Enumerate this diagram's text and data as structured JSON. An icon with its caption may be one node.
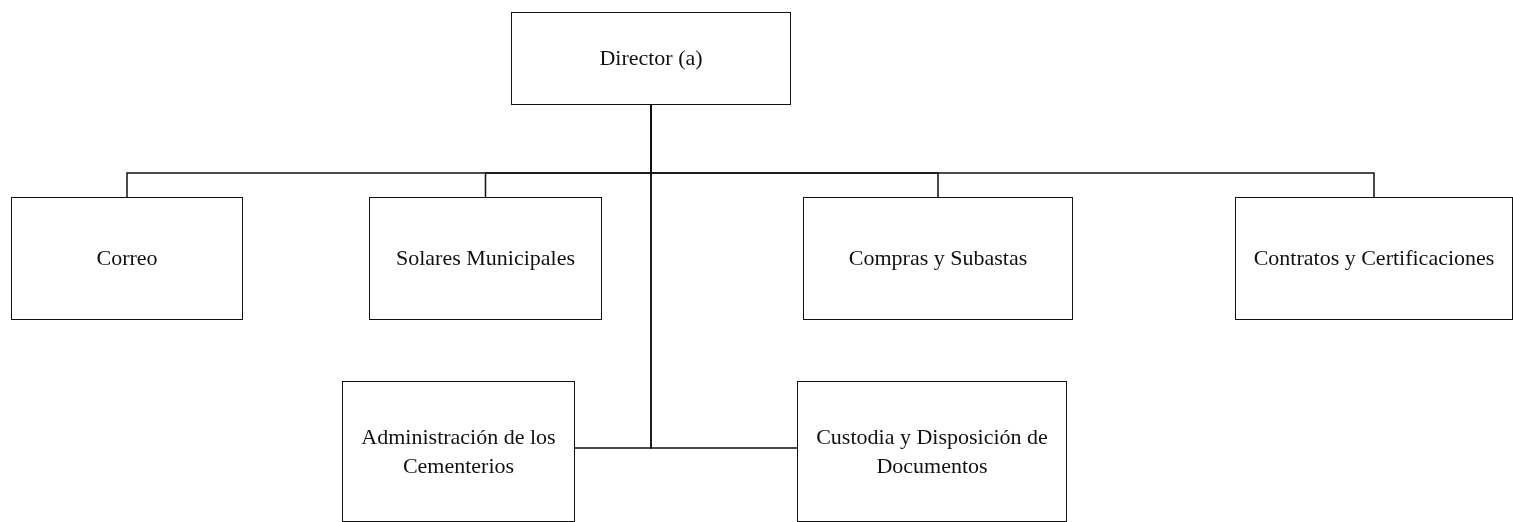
{
  "diagram": {
    "nodes": [
      {
        "text": [
          "Director (a)"
        ]
      },
      {
        "text": [
          "Correo"
        ]
      },
      {
        "text": [
          "Solares Municipales"
        ]
      },
      {
        "text": [
          "Compras y Subastas"
        ]
      },
      {
        "text": [
          "Contratos y Certificaciones"
        ]
      },
      {
        "text": [
          "Administración de los Cementerios"
        ]
      },
      {
        "text": [
          "Custodia y Disposición de Documentos"
        ]
      }
    ],
    "edges": [
      {
        "from": 0,
        "to": 1,
        "arrow": "none"
      },
      {
        "from": 0,
        "to": 2,
        "arrow": "none"
      },
      {
        "from": 0,
        "to": 3,
        "arrow": "none"
      },
      {
        "from": 0,
        "to": 4,
        "arrow": "none"
      },
      {
        "from": 0,
        "to": 5,
        "arrow": "none"
      },
      {
        "from": 0,
        "to": 6,
        "arrow": "none"
      }
    ]
  }
}
